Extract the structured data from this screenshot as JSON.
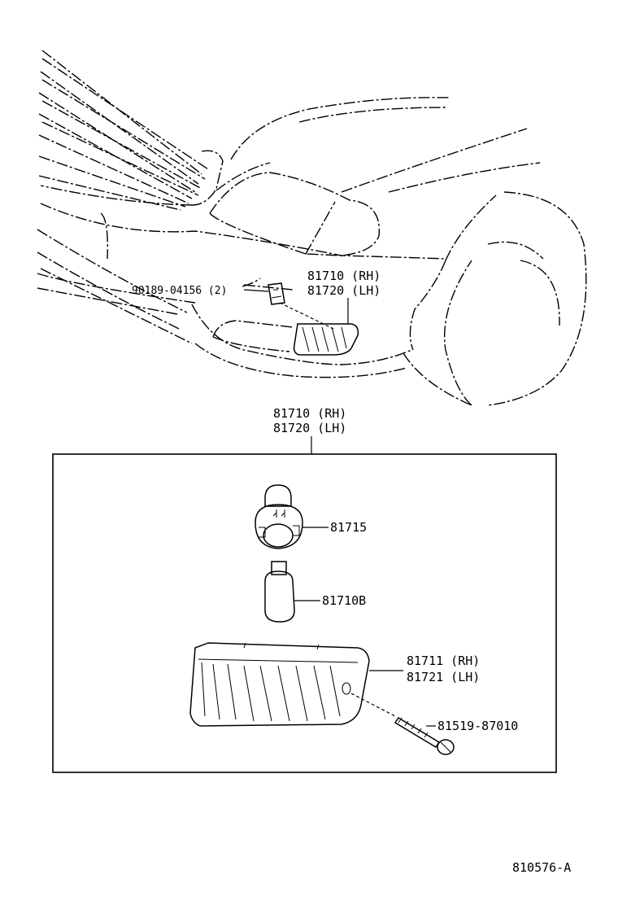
{
  "diagram": {
    "callouts": {
      "clip": "90189-04156 (2)",
      "lamp_assy_top_rh": "81710 (RH)",
      "lamp_assy_top_lh": "81720 (LH)",
      "lamp_assy_rh": "81710 (RH)",
      "lamp_assy_lh": "81720 (LH)",
      "socket": "81715",
      "bulb": "81710B",
      "lens_rh": "81711 (RH)",
      "lens_lh": "81721 (LH)",
      "screw": "81519-87010"
    },
    "drawing_number": "810576-A"
  }
}
